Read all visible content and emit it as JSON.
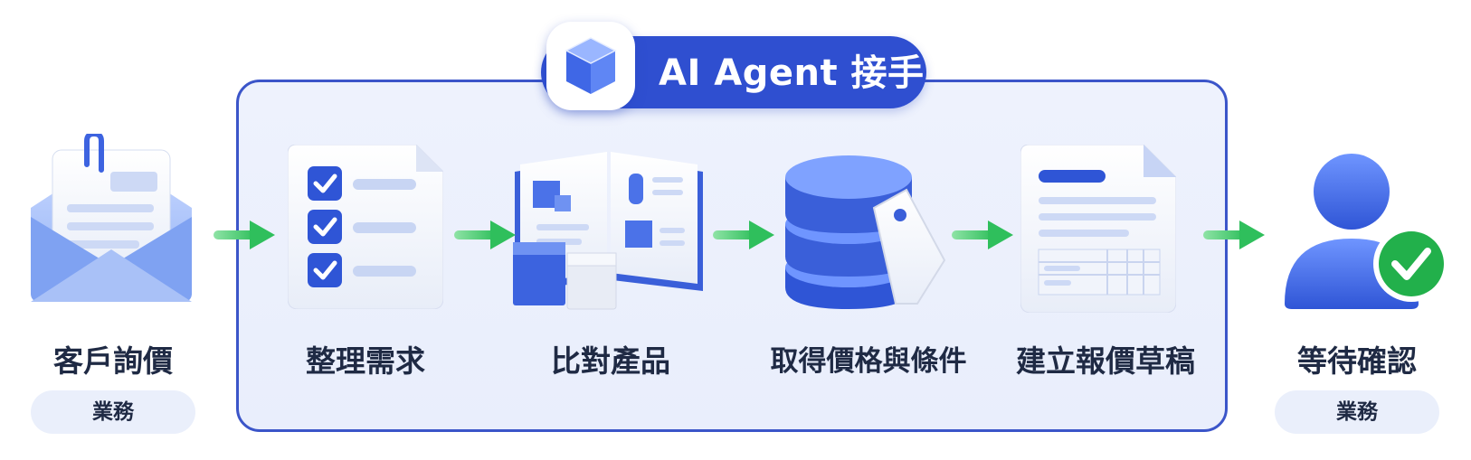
{
  "banner": {
    "title": "AI Agent 接手"
  },
  "steps": [
    {
      "label": "客戶詢價",
      "role": "業務",
      "icon": "envelope-document-icon"
    },
    {
      "label": "整理需求",
      "icon": "checklist-icon"
    },
    {
      "label": "比對產品",
      "icon": "product-catalog-icon"
    },
    {
      "label": "取得價格與條件",
      "icon": "database-price-tag-icon"
    },
    {
      "label": "建立報價草稿",
      "icon": "quote-document-icon"
    },
    {
      "label": "等待確認",
      "role": "業務",
      "icon": "user-check-icon"
    }
  ],
  "colors": {
    "primary": "#2f4fd0",
    "panel_border": "#3b55c9",
    "panel_fill": "#eef2fd",
    "arrow": "#3fc46a",
    "check": "#22b04b",
    "text": "#1f2a44"
  }
}
